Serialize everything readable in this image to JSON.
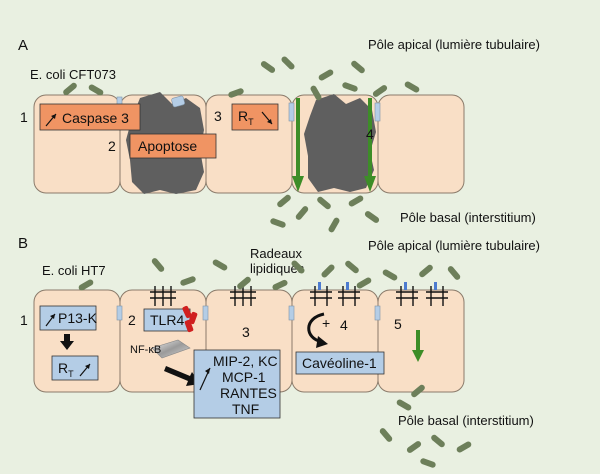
{
  "panelA": {
    "letter": "A",
    "bacterium": "E. coli CFT073",
    "apical": "Pôle apical (lumière tubulaire)",
    "basal": "Pôle basal (interstitium)",
    "n1": "1",
    "caspase": "Caspase 3",
    "n2": "2",
    "apoptose": "Apoptose",
    "n3": "3",
    "rt_r": "R",
    "rt_sub": "T",
    "n4": "4"
  },
  "panelB": {
    "letter": "B",
    "bacterium": "E. coli HT7",
    "apical": "Pôle apical (lumière tubulaire)",
    "basal": "Pôle basal (interstitium)",
    "radeaux_1": "Radeaux",
    "radeaux_2": "lipidiques",
    "n1": "1",
    "p13k": "P13-K",
    "rt_r": "R",
    "rt_sub": "T",
    "n2": "2",
    "tlr4": "TLR4",
    "nfkb": "NF-κB",
    "n3": "3",
    "cyto_1": "MIP-2, KC",
    "cyto_2": "MCP-1",
    "cyto_3": "RANTES",
    "cyto_4": "TNF",
    "plus": "+",
    "n4": "4",
    "caveoline": "Cavéoline-1",
    "n5": "5"
  },
  "colors": {
    "background": "#e9f0e1",
    "cell": "#f9dfc6",
    "cell_stroke": "#8a7a6a",
    "bacterium": "#6d7f5a",
    "orange_box": "#f09463",
    "blue_box": "#b4cde6",
    "dead_cell": "#5f5f5f",
    "arrow_green": "#3d8d27",
    "tlr4": "#d01f1f"
  }
}
